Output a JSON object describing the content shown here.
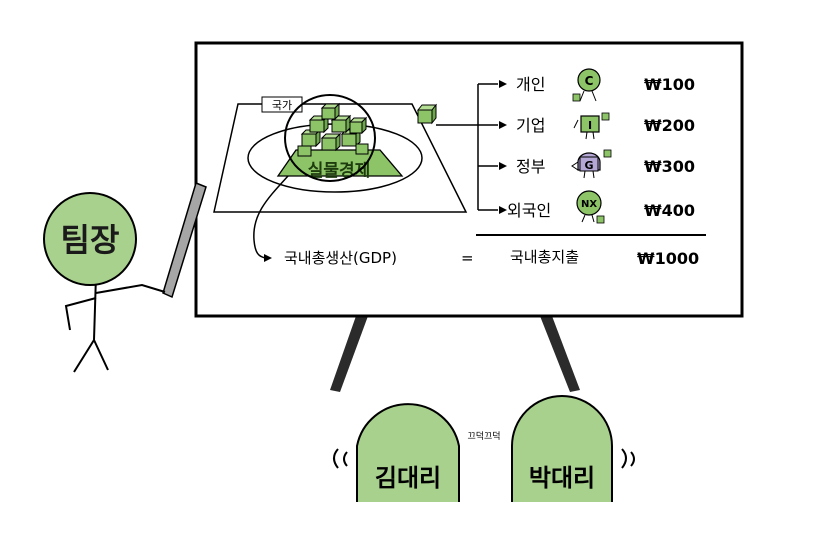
{
  "board": {
    "country_label": "국가",
    "economy_label": "실물경제",
    "sectors": [
      {
        "label": "개인",
        "symbol": "C",
        "amount": "₩100"
      },
      {
        "label": "기업",
        "symbol": "I",
        "amount": "₩200"
      },
      {
        "label": "정부",
        "symbol": "G",
        "amount": "₩300"
      },
      {
        "label": "외국인",
        "symbol": "NX",
        "amount": "₩400"
      }
    ],
    "gdp_label": "국내총생산(GDP)",
    "equals": "=",
    "expenditure_label": "국내총지출",
    "total": "₩1000"
  },
  "characters": {
    "leader": "팀장",
    "kim": "김대리",
    "park": "박대리",
    "nod_text": "끄덕끄덕"
  },
  "colors": {
    "character_green": "#a9d18e",
    "block_green": "#8dc467",
    "block_green_dark": "#6ea84c",
    "gov_purple": "#b4a7d6",
    "stand": "#2b2b2b",
    "pointer": "#a6a6a6"
  },
  "icons": [
    "consumer-icon",
    "firm-icon",
    "government-icon",
    "foreigner-icon",
    "block-cube-icon"
  ]
}
